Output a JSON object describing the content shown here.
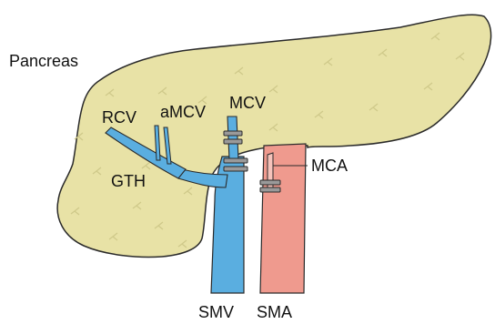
{
  "labels": {
    "pancreas": "Pancreas",
    "rcv": "RCV",
    "amcv": "aMCV",
    "mcv": "MCV",
    "gth": "GTH",
    "mca": "MCA",
    "smv": "SMV",
    "sma": "SMA"
  },
  "colors": {
    "pancreas_fill": "#e8e2a6",
    "pancreas_stroke": "#2a2a2a",
    "texture": "#cfc98a",
    "vein": "#5aaee0",
    "artery": "#ef9a8e",
    "clip": "#9a9a9a"
  }
}
